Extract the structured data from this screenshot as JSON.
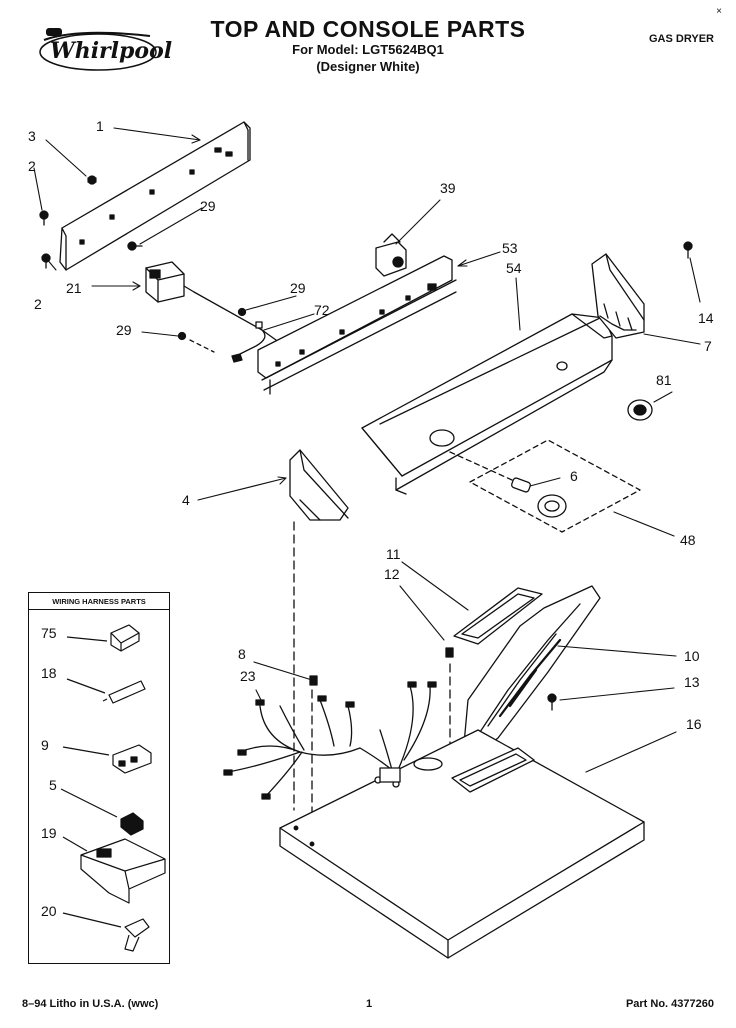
{
  "header": {
    "brand": "Whirlpool",
    "title": "TOP AND CONSOLE PARTS",
    "model_line": "For Model: LGT5624BQ1",
    "color_line": "(Designer White)",
    "product": "GAS DRYER",
    "corner_mark": "×"
  },
  "wiring_harness": {
    "title": "WIRING HARNESS PARTS",
    "parts": [
      "75",
      "18",
      "9",
      "5",
      "19",
      "20"
    ]
  },
  "callouts": [
    "1",
    "2",
    "3",
    "29",
    "21",
    "2",
    "39",
    "53",
    "54",
    "29",
    "72",
    "29",
    "14",
    "7",
    "81",
    "6",
    "4",
    "48",
    "11",
    "12",
    "8",
    "23",
    "10",
    "13",
    "16"
  ],
  "footer": {
    "left": "8–94 Litho in U.S.A. (wwc)",
    "page": "1",
    "part_no": "Part No. 4377260"
  },
  "colors": {
    "ink": "#111111",
    "paper": "#ffffff"
  }
}
